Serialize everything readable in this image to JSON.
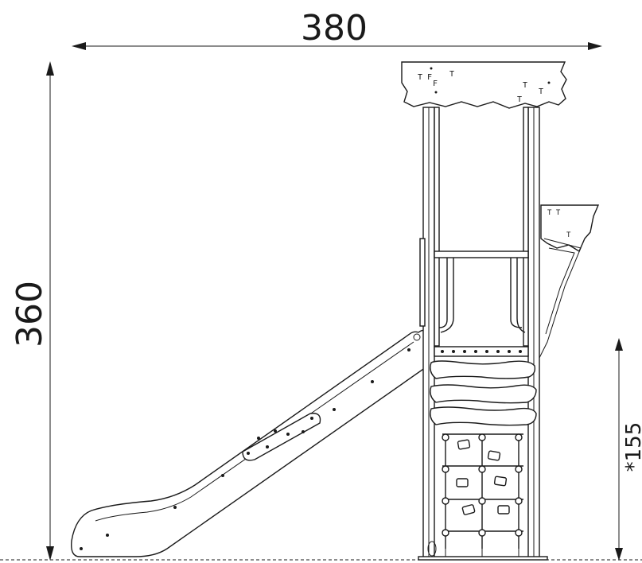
{
  "dimensions": {
    "width_label": "380",
    "height_label": "360",
    "platform_height_label": "*155"
  },
  "colors": {
    "line": "#1a1a1a",
    "background": "#ffffff"
  }
}
